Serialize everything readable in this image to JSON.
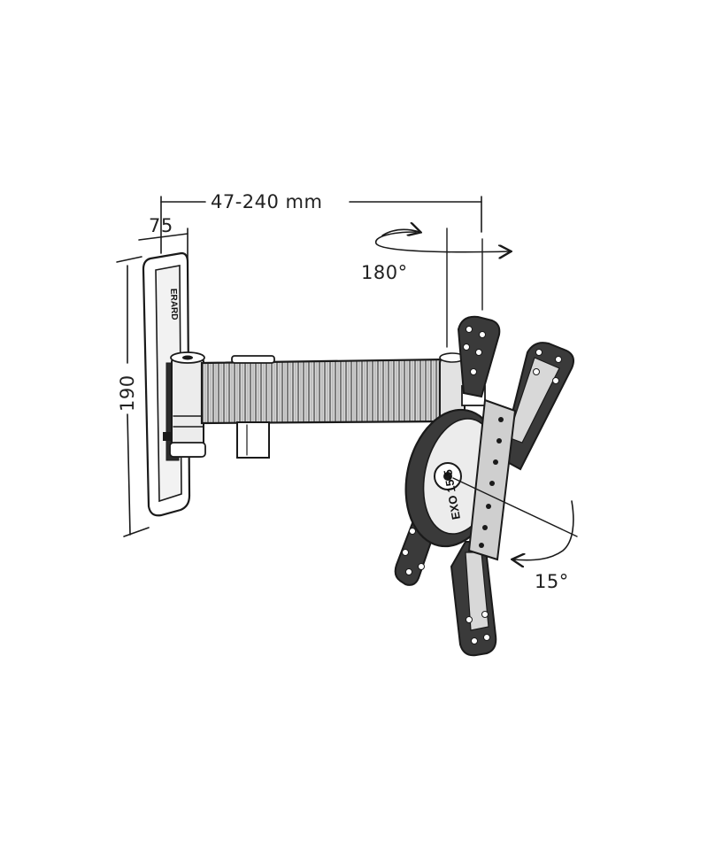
{
  "dimensions": {
    "reach": "47-240 mm",
    "depth": "75",
    "height": "190"
  },
  "angles": {
    "swivel": "180°",
    "tilt": "15°"
  },
  "product": {
    "brand_label": "ERARD",
    "model_label": "EXO 15-5"
  },
  "colors": {
    "ink": "#1a1a1a",
    "background": "#ffffff",
    "plate_fill": "#3a3a3a"
  }
}
